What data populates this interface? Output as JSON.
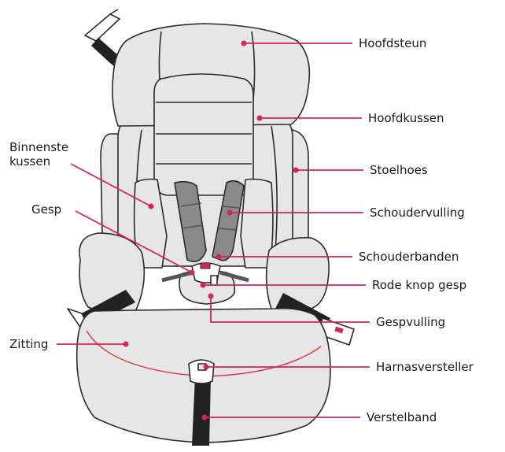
{
  "labels": {
    "hoofdsteun": "Hoofdsteun",
    "hoofdkussen": "Hoofdkussen",
    "stoelhoes": "Stoelhoes",
    "schoudervulling": "Schoudervulling",
    "schouderbanden": "Schouderbanden",
    "rode_knop_gesp": "Rode knop gesp",
    "gespvulling": "Gespvulling",
    "harnasversteller": "Harnasversteller",
    "verstelband": "Verstelband",
    "binnenste_kussen": "Binnenste\nkussen",
    "gesp": "Gesp",
    "zitting": "Zitting"
  },
  "colors": {
    "leader_line": "#d6245c",
    "seat_fill": "#e6e6e6",
    "outline": "#2a2a2a",
    "harness_strap": "#8a8a8a",
    "belt": "#222222",
    "buckle_button": "#d6245c",
    "seam_line": "#e0343e"
  }
}
